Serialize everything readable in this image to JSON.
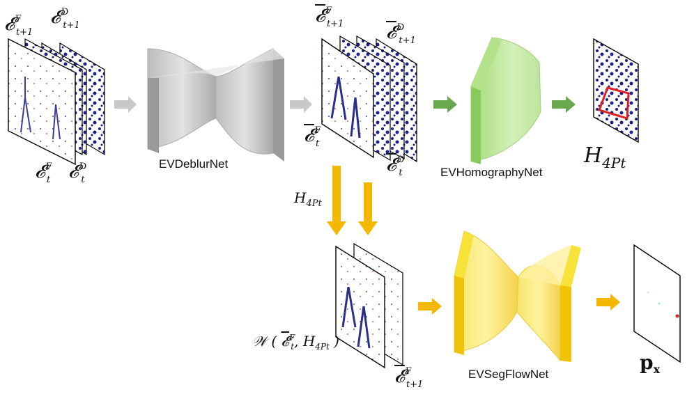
{
  "networks": {
    "deblur": "EVDeblurNet",
    "homography": "EVHomographyNet",
    "segflow": "EVSegFlowNet"
  },
  "labels": {
    "in_frame_top_left": "𝓔",
    "in_F_t1_sup": "F",
    "in_F_t1_sub": "t+1",
    "in_D_t1_sup": "D",
    "in_D_t1_sub": "t+1",
    "in_F_t_sup": "F",
    "in_F_t_sub": "t",
    "in_D_t_sup": "D",
    "in_D_t_sub": "t",
    "out_F_t1_sup": "F",
    "out_F_t1_sub": "t+1",
    "out_D_t1_sup": "D",
    "out_D_t1_sub": "t+1",
    "out_F_t_sup": "F",
    "out_F_t_sub": "t",
    "out_D_t_sup": "D",
    "out_D_t_sub": "t",
    "homography_out": "H",
    "homography_sub": "4Pt",
    "homography_mid": "H",
    "homography_mid_sub": "4Pt",
    "warp": "𝒲",
    "warp_args": "𝓔",
    "warp_sup": "F",
    "warp_sub": "t",
    "warp_h": "H",
    "warp_h_sub": "4Pt",
    "seg_bottom_sup": "F",
    "seg_bottom_sub": "t+1",
    "flow_out": "p",
    "flow_out_sub": "x"
  },
  "colors": {
    "gray_arrow": "#c8c8c8",
    "green_arrow": "#6aa84f",
    "yellow_arrow": "#f5b800",
    "frame_blue": "#1a1f8c",
    "homography_box": "#e02020"
  }
}
